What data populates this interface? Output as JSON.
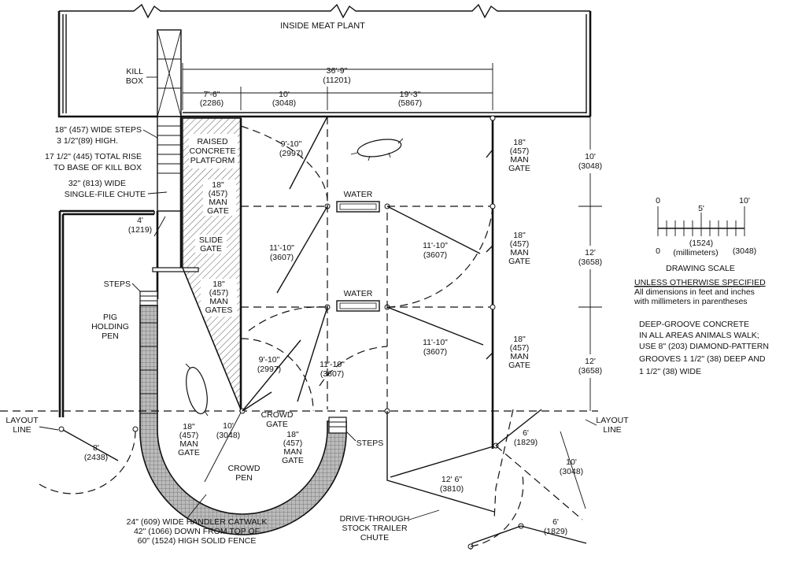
{
  "plant_label": "INSIDE MEAT PLANT",
  "kill_box": [
    "KILL",
    "BOX"
  ],
  "dims": {
    "total": [
      "36'-9\"",
      "(11201)"
    ],
    "seg1": [
      "7'-6\"",
      "(2286)"
    ],
    "seg2": [
      "10'",
      "(3048)"
    ],
    "seg3": [
      "19'-3\"",
      "(5867)"
    ],
    "right1": [
      "10'",
      "(3048)"
    ],
    "right2": [
      "12'",
      "(3658)"
    ],
    "right3": [
      "12'",
      "(3658)"
    ],
    "gate_a": [
      "9'-10\"",
      "(2997)"
    ],
    "gate_b": [
      "11'-10\"",
      "(3607)"
    ],
    "gate_c": [
      "11'-10\"",
      "(3607)"
    ],
    "gate_d": [
      "11'-10\"",
      "(3607)"
    ],
    "gate_e": [
      "9'-10\"",
      "(2997)"
    ],
    "gate_f": [
      "11'-10\"",
      "(3607)"
    ],
    "chute_gap": [
      "4'",
      "(1219)"
    ],
    "pen_gate": [
      "8'",
      "(2438)"
    ],
    "crowd_radius": [
      "10'",
      "(3048)"
    ],
    "trailer": [
      "12' 6\"",
      "(3810)"
    ],
    "trailer_gate1": [
      "6'",
      "(1829)"
    ],
    "trailer_side": [
      "10'",
      "(3048)"
    ],
    "trailer_gate2": [
      "6'",
      "(1829)"
    ]
  },
  "notes": {
    "steps_top": [
      "18\" (457) WIDE STEPS",
      "3 1/2\"(89) HIGH.",
      "17 1/2\" (445) TOTAL RISE",
      "TO BASE OF KILL BOX"
    ],
    "chute": [
      "32\" (813) WIDE",
      "SINGLE-FILE CHUTE"
    ],
    "platform": [
      "RAISED",
      "CONCRETE",
      "PLATFORM"
    ],
    "slide_gate": [
      "SLIDE",
      "GATE"
    ],
    "steps_left": "STEPS",
    "steps_right": "STEPS",
    "holding_pen": [
      "PIG",
      "HOLDING",
      "PEN"
    ],
    "crowd_gate": [
      "CROWD",
      "GATE"
    ],
    "crowd_pen": [
      "CROWD",
      "PEN"
    ],
    "catwalk": [
      "24\" (609) WIDE HANDLER CATWALK",
      "42\" (1066) DOWN FROM TOP OF",
      "60\" (1524) HIGH SOLID FENCE"
    ],
    "trailer_chute": [
      "DRIVE-THROUGH",
      "STOCK TRAILER",
      "CHUTE"
    ],
    "layout_left": [
      "LAYOUT",
      "LINE"
    ],
    "layout_right": [
      "LAYOUT",
      "LINE"
    ],
    "water": "WATER",
    "man_gate": [
      "18\"",
      "(457)",
      "MAN",
      "GATE"
    ],
    "man_gates": [
      "18\"",
      "(457)",
      "MAN",
      "GATES"
    ]
  },
  "scale": {
    "ticks": [
      "0",
      "5'",
      "10'"
    ],
    "mm": [
      "0",
      "(1524)",
      "(3048)"
    ],
    "units": "(millimeters)",
    "title": "DRAWING SCALE"
  },
  "spec": {
    "heading": "UNLESS OTHERWISE SPECIFIED",
    "lines": [
      "All dimensions in feet and inches",
      "with millimeters in parentheses"
    ]
  },
  "concrete": [
    "DEEP-GROOVE CONCRETE",
    "IN ALL AREAS ANIMALS WALK;",
    "USE 8\" (203) DIAMOND-PATTERN",
    "GROOVES 1 1/2\" (38) DEEP AND",
    "1 1/2\" (38) WIDE"
  ]
}
